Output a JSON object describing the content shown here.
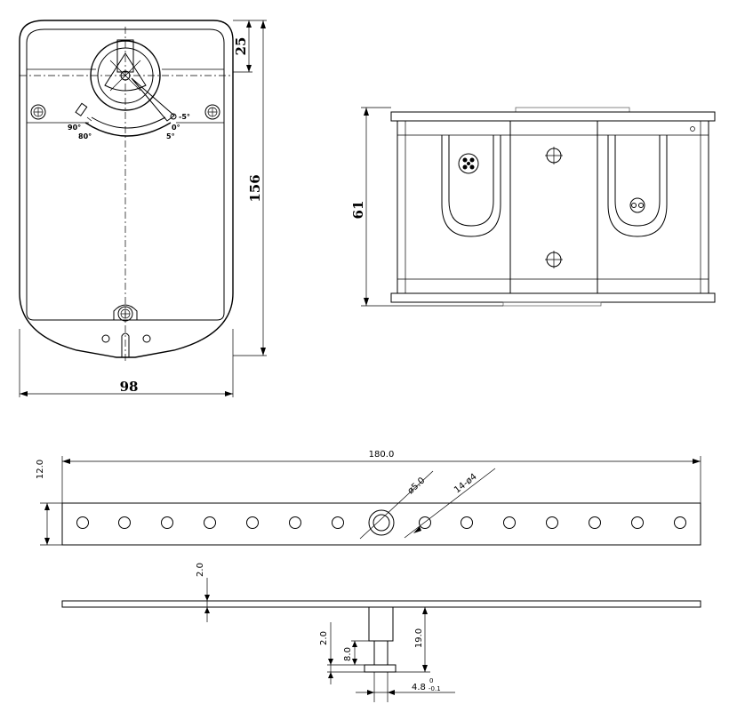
{
  "actuator_front": {
    "dim_width": "98",
    "dim_height": "156",
    "dim_top": "25",
    "angle_labels": [
      "90°",
      "80°",
      "-5°",
      "0°",
      "5°"
    ]
  },
  "actuator_side": {
    "dim_height": "61"
  },
  "bracket_plan": {
    "dim_length": "180.0",
    "dim_width": "12.0",
    "dim_large_hole": "ø5.0",
    "dim_holes": "14-ø4"
  },
  "bracket_profile": {
    "dim_thickness": "2.0",
    "dim_pin_height": "19.0",
    "dim_step": "2.0",
    "dim_pin_len": "8.0",
    "dim_pin_dia": "4.8",
    "tol_upper": "0",
    "tol_lower": "-0.1"
  }
}
